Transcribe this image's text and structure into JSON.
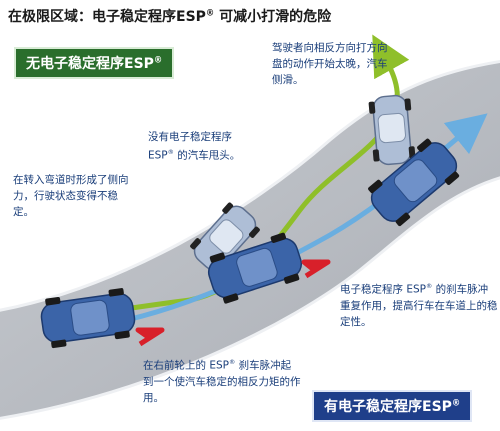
{
  "headline": {
    "main": "在极限区域：电子稳定程序ESP",
    "reg": "®",
    "rest": " 可减小打滑的危险"
  },
  "badges": {
    "without": {
      "text": "无电子稳定程序ESP",
      "reg": "®"
    },
    "with": {
      "text": "有电子稳定程序ESP",
      "reg": "®"
    }
  },
  "notes": {
    "n1": "驾驶者向相反方向打方向盘的动作开始太晚，汽车侧滑。",
    "n2": {
      "line1": "没有电子稳定程序",
      "esp": "ESP",
      "reg": "®",
      "rest": " 的汽车甩头。"
    },
    "n3": "在转入弯道时形成了侧向力，行驶状态变得不稳定。",
    "n4": {
      "pre": "电子稳定程序 ESP",
      "reg": "®",
      "post": " 的刹车脉冲重复作用，提高行车在车道上的稳定性。"
    },
    "n5": {
      "pre": "在右前轮上的 ESP",
      "reg": "®",
      "post": " 刹车脉冲起到一个使汽车稳定的相反力矩的作用。"
    }
  },
  "colors": {
    "road": "#b9bcc2",
    "green_path": "#8fbf2a",
    "blue_path": "#6aaee0",
    "car_blue": "#3b64a8",
    "car_ghost": "#aebed6",
    "brake_arrow": "#d8202a",
    "badge_green": "#2a6e2c",
    "badge_blue": "#1f3f8a"
  }
}
